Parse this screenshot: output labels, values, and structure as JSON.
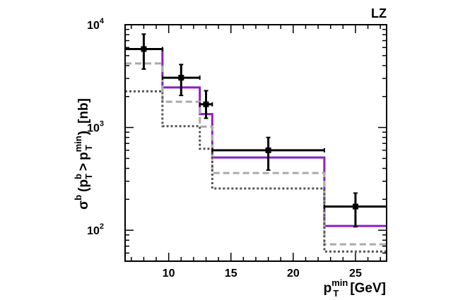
{
  "chart_data": {
    "type": "line",
    "corner_label": "LZ",
    "xlabel": {
      "base": "p",
      "sup": "min",
      "sub": "T",
      "unit": "[GeV]"
    },
    "ylabel": {
      "sigma": "σ",
      "sigma_sup": "b",
      "open": "(",
      "p": "p",
      "p_sup": "b",
      "p_sub": "T",
      "gt": ">",
      "p2": "p",
      "p2_sup": "min",
      "p2_sub": "T",
      "close": ")",
      "unit": "[nb]"
    },
    "xlim": [
      6.5,
      27.5
    ],
    "ylim": [
      50,
      10000
    ],
    "yscale": "log",
    "x_ticks": [
      10,
      15,
      20,
      25
    ],
    "x_tick_labels": [
      "10",
      "15",
      "20",
      "25"
    ],
    "y_major_ticks": [
      100,
      1000,
      10000
    ],
    "y_tick_labels": [
      {
        "base": "10",
        "exp": "2"
      },
      {
        "base": "10",
        "exp": "3"
      },
      {
        "base": "10",
        "exp": "4"
      }
    ],
    "bin_edges": [
      6.5,
      9.5,
      12.5,
      13.5,
      22.5,
      27.5
    ],
    "series": [
      {
        "style": "solid",
        "color": "#8c1fc4",
        "values": [
          5800,
          2450,
          1350,
          510,
          110
        ]
      },
      {
        "style": "dashed",
        "color": "#aaaaaa",
        "values": [
          4200,
          1780,
          1020,
          360,
          73
        ]
      },
      {
        "style": "dotted",
        "color": "#555555",
        "values": [
          2250,
          1030,
          620,
          255,
          62
        ]
      }
    ],
    "data_points": [
      {
        "x": 8.0,
        "xerr": [
          1.5,
          1.5
        ],
        "y": 5800,
        "ylow": 3700,
        "yhigh": 8100
      },
      {
        "x": 11.0,
        "xerr": [
          1.5,
          1.5
        ],
        "y": 3050,
        "ylow": 2050,
        "yhigh": 4100
      },
      {
        "x": 13.0,
        "xerr": [
          0.5,
          0.5
        ],
        "y": 1680,
        "ylow": 1230,
        "yhigh": 2280
      },
      {
        "x": 18.0,
        "xerr": [
          4.5,
          4.5
        ],
        "y": 600,
        "ylow": 385,
        "yhigh": 800
      },
      {
        "x": 25.0,
        "xerr": [
          2.5,
          2.5
        ],
        "y": 170,
        "ylow": 108,
        "yhigh": 230
      }
    ]
  }
}
